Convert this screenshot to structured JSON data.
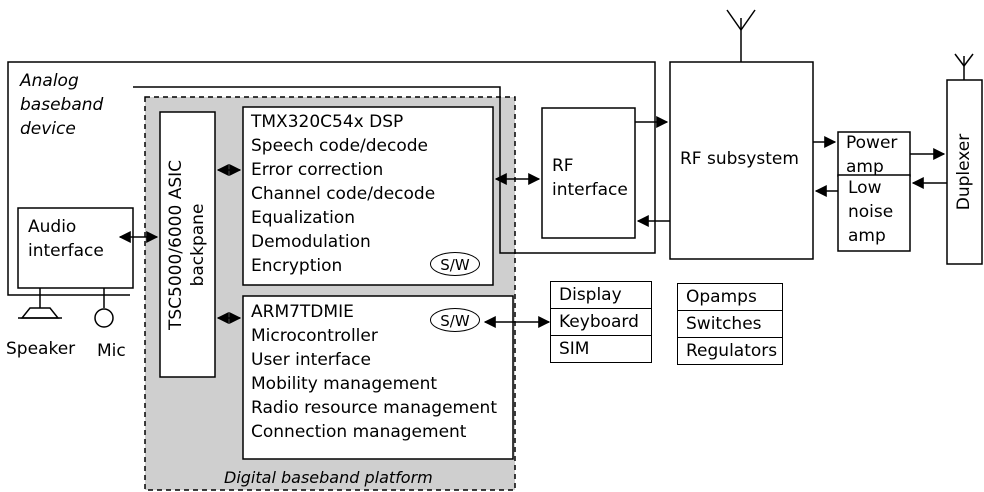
{
  "analog": {
    "label_lines": [
      "Analog",
      "baseband",
      "device"
    ]
  },
  "digital": {
    "platform_label": "Digital baseband platform"
  },
  "audio": {
    "label_lines": [
      "Audio",
      "interface"
    ],
    "speaker": "Speaker",
    "mic": "Mic"
  },
  "asic": {
    "label_lines": [
      "TSC5000/6000  ASIC",
      "backpane"
    ]
  },
  "dsp": {
    "lines": [
      "TMX320C54x DSP",
      "Speech code/decode",
      "Error correction",
      "Channel code/decode",
      "Equalization",
      "Demodulation",
      "Encryption"
    ],
    "sw": "S/W"
  },
  "arm": {
    "lines": [
      "ARM7TDMIE",
      "Microcontroller",
      "User interface",
      "Mobility management",
      "Radio resource management",
      "Connection management"
    ],
    "sw": "S/W"
  },
  "rf_interface": {
    "label_lines": [
      "RF",
      "interface"
    ]
  },
  "rf_subsystem": {
    "label": "RF subsystem"
  },
  "power_amp": {
    "label_lines": [
      "Power",
      "amp"
    ]
  },
  "lna": {
    "label_lines": [
      "Low",
      "noise",
      "amp"
    ]
  },
  "duplexer": {
    "label": "Duplexer"
  },
  "peripherals": [
    "Display",
    "Keyboard",
    "SIM"
  ],
  "analog_parts": [
    "Opamps",
    "Switches",
    "Regulators"
  ]
}
